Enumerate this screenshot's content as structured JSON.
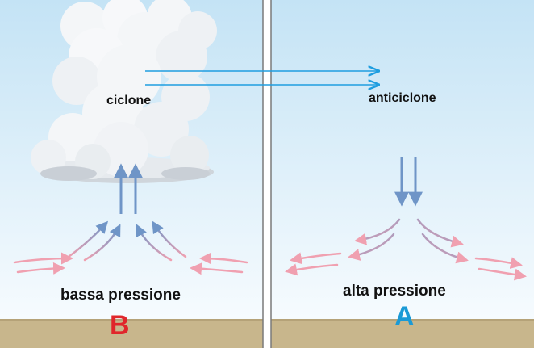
{
  "labels": {
    "cyclone": "ciclone",
    "anticyclone": "anticiclone",
    "low_pressure": "bassa pressione",
    "high_pressure": "alta pressione",
    "low_letter": "B",
    "high_letter": "A"
  },
  "colors": {
    "sky_top": "#c4e3f5",
    "sky_bottom": "#f6fbfe",
    "ground": "#c8b68c",
    "divider": "#7a7a7a",
    "low_letter": "#e0262b",
    "high_letter": "#1a9ad6",
    "vertical_arrow": "#6f95c7",
    "surface_arrow": "#f0a0b0",
    "upper_flow_arrow": "#1f9ee0",
    "cloud": "#f4f6f8",
    "cloud_shadow": "#cfd5db"
  }
}
